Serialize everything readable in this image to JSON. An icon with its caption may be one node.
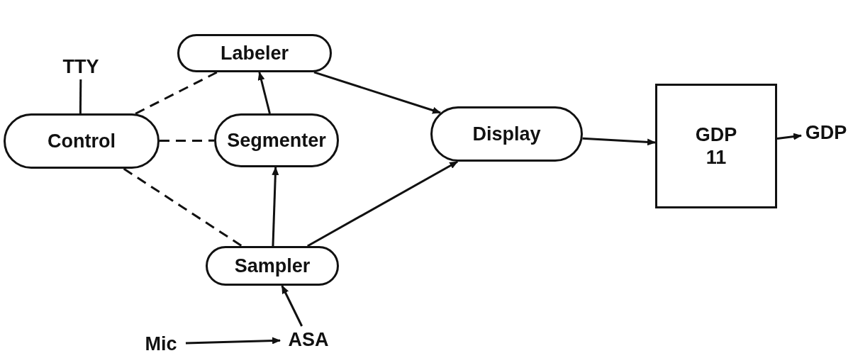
{
  "diagram": {
    "nodes": [
      {
        "text": [
          "Control"
        ]
      },
      {
        "text": [
          "TTY"
        ]
      },
      {
        "text": [
          "Labeler"
        ]
      },
      {
        "text": [
          "Segmenter"
        ]
      },
      {
        "text": [
          "Sampler"
        ]
      },
      {
        "text": [
          "ASA"
        ]
      },
      {
        "text": [
          "Mic"
        ]
      },
      {
        "text": [
          "Display"
        ]
      },
      {
        "text": [
          "GDP 11"
        ]
      },
      {
        "text": [
          "GDP"
        ]
      }
    ],
    "edges": [
      {
        "from": 1,
        "to": 0,
        "arrow": "none"
      },
      {
        "from": 0,
        "to": 2,
        "arrow": "none",
        "style": "dashed"
      },
      {
        "from": 0,
        "to": 3,
        "arrow": "none",
        "style": "dashed"
      },
      {
        "from": 0,
        "to": 4,
        "arrow": "none",
        "style": "dashed"
      },
      {
        "from": 3,
        "to": 2,
        "arrow": "to"
      },
      {
        "from": 4,
        "to": 3,
        "arrow": "to"
      },
      {
        "from": 5,
        "to": 4,
        "arrow": "to"
      },
      {
        "from": 6,
        "to": 5,
        "arrow": "to"
      },
      {
        "from": 2,
        "to": 7,
        "arrow": "to"
      },
      {
        "from": 4,
        "to": 7,
        "arrow": "to"
      },
      {
        "from": 7,
        "to": 8,
        "arrow": "to"
      },
      {
        "from": 8,
        "to": 9,
        "arrow": "to"
      }
    ]
  }
}
